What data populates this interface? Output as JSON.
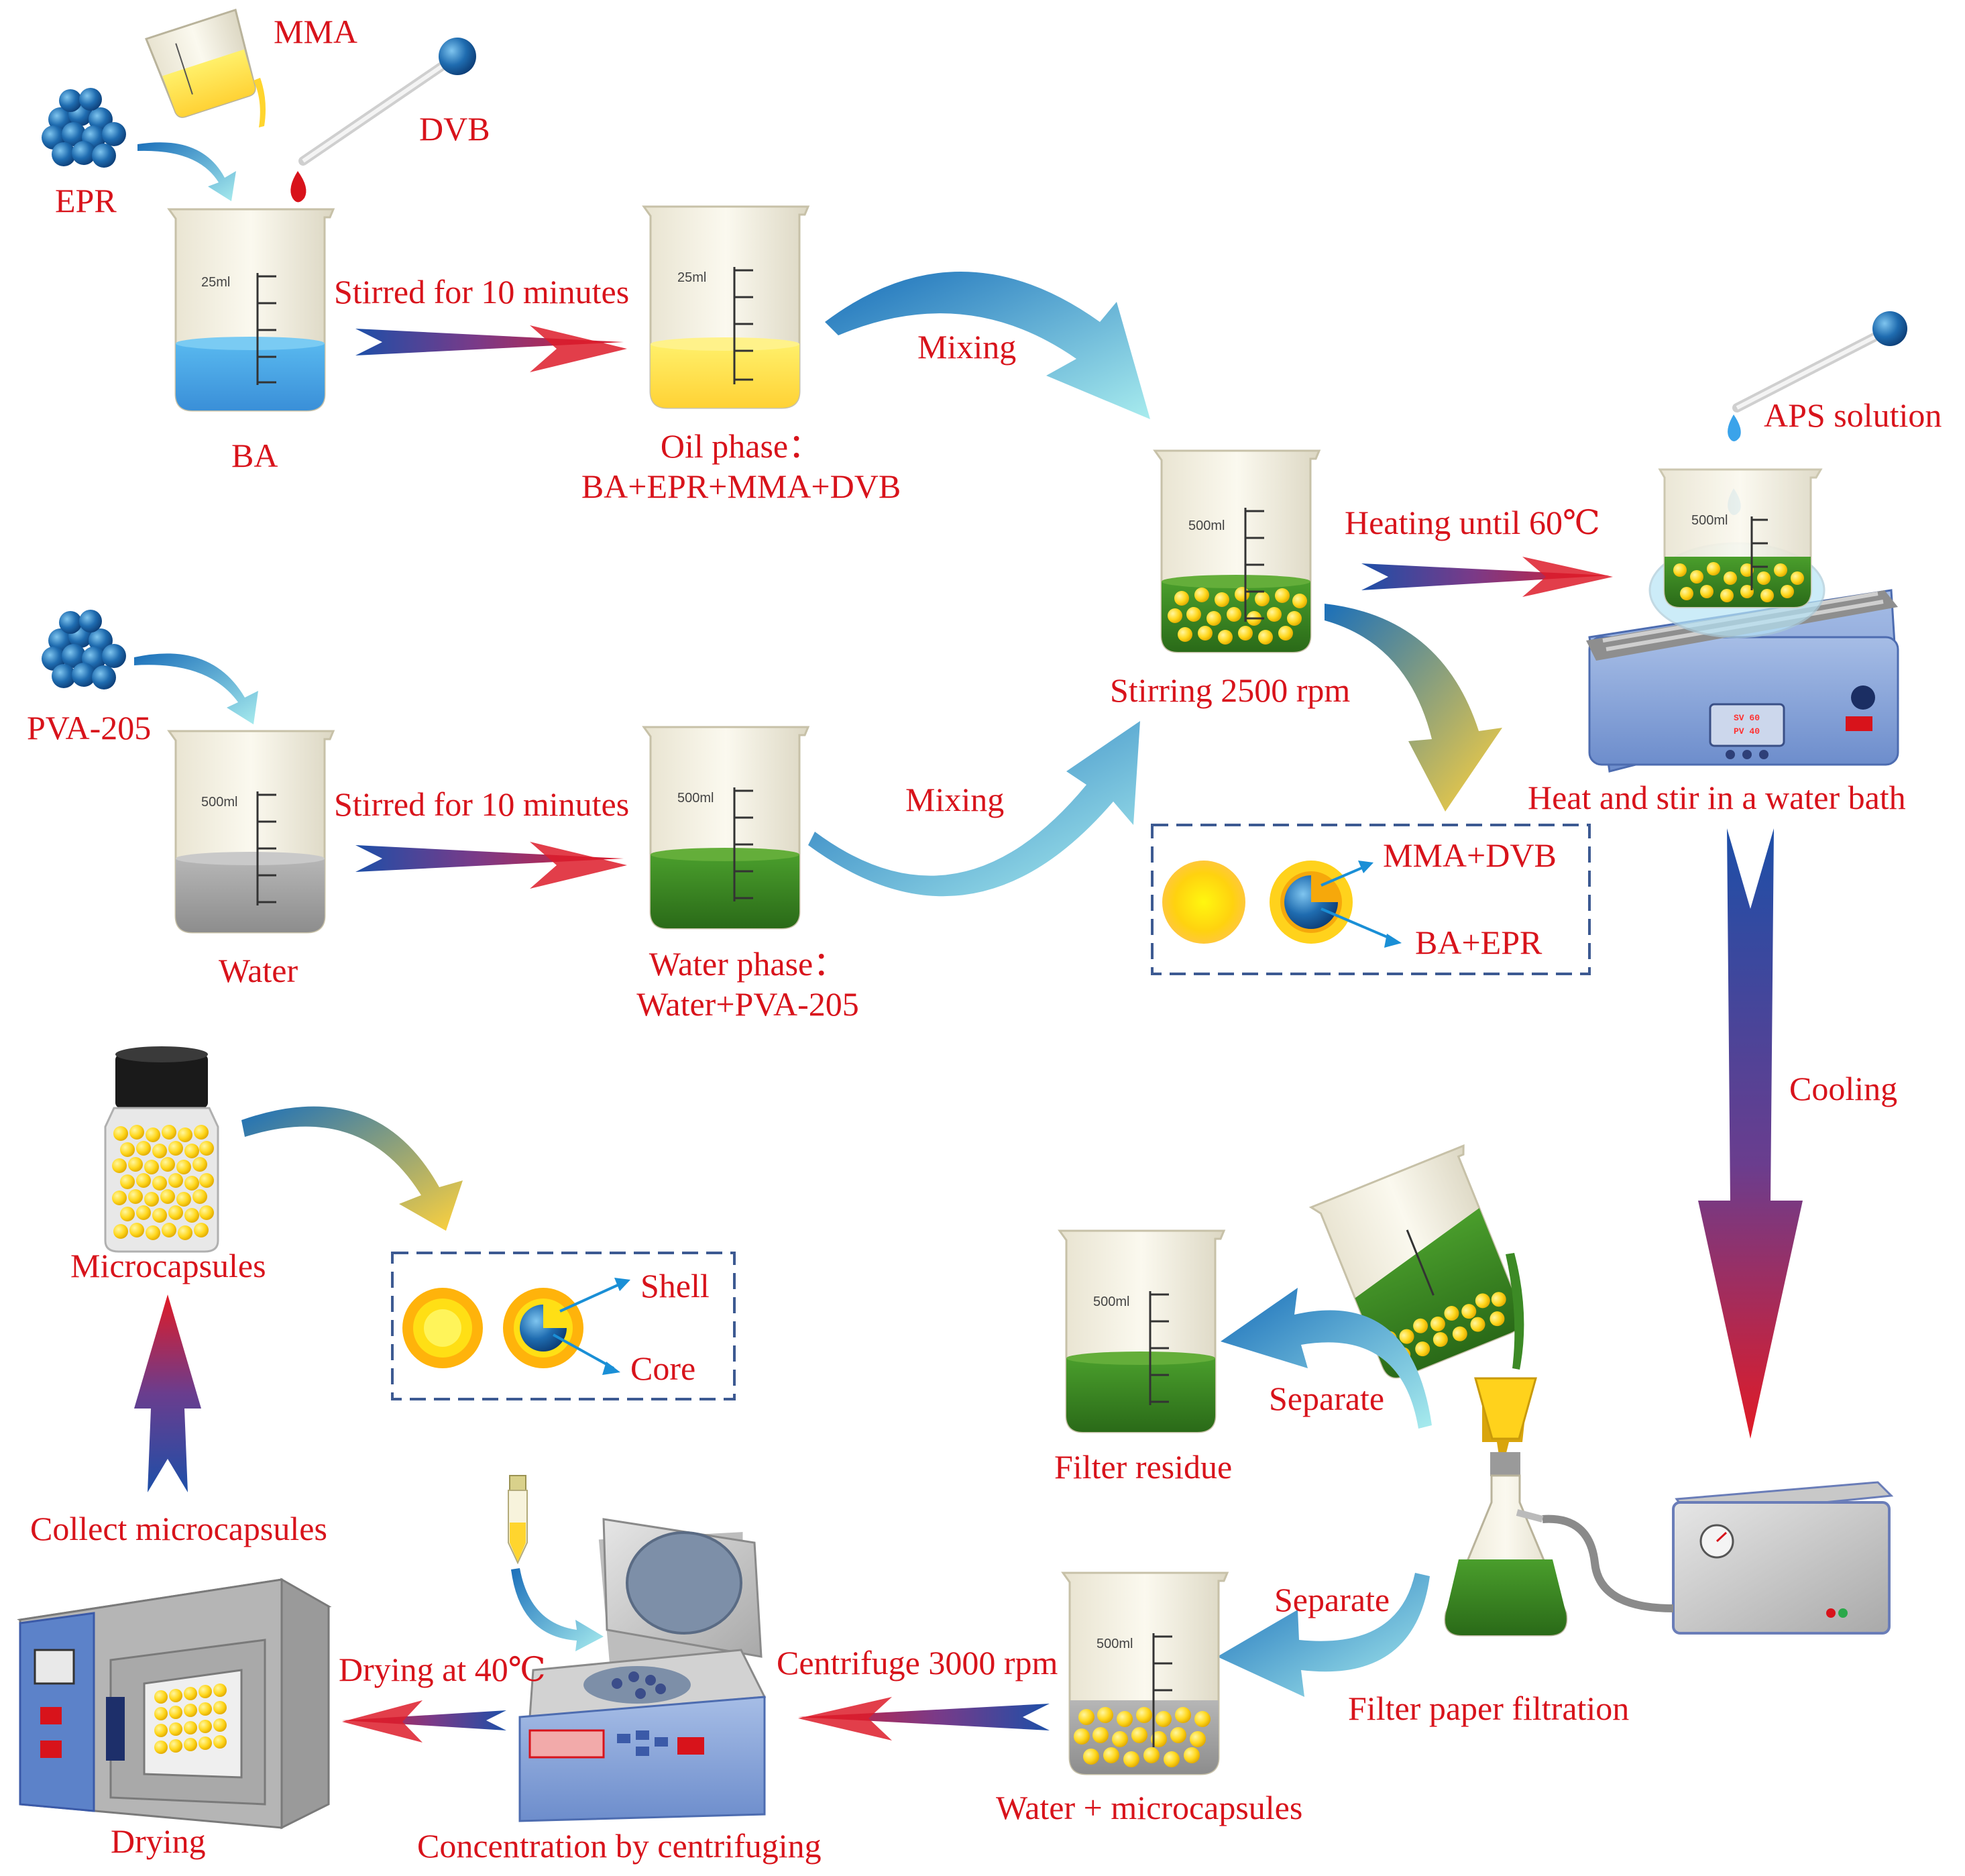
{
  "materials": {
    "mma": "MMA",
    "epr": "EPR",
    "dvb": "DVB",
    "ba": "BA",
    "pva": "PVA-205",
    "water": "Water",
    "aps": "APS solution"
  },
  "steps": {
    "stir_oil": "Stirred for 10 minutes",
    "stir_water": "Stirred for 10 minutes",
    "mixing_top": "Mixing",
    "mixing_bottom": "Mixing",
    "heating": "Heating until 60℃",
    "stirring": "Stirring 2500  rpm",
    "heat_bath": "Heat and stir in a water bath",
    "cooling": "Cooling",
    "separate_top": "Separate",
    "filter_residue": "Filter residue",
    "separate_bottom": "Separate",
    "filter_paper": "Filter paper filtration",
    "water_micro": "Water + microcapsules",
    "centrifuge": "Centrifuge 3000 rpm",
    "concentration": "Concentration by centrifuging",
    "drying_at": "Drying at 40℃",
    "drying": "Drying",
    "collect": "Collect microcapsules",
    "microcapsules": "Microcapsules"
  },
  "phases": {
    "oil_title": "Oil phase：",
    "oil_formula": "BA+EPR+MMA+DVB",
    "water_title": "Water phase：",
    "water_formula": "Water+PVA-205"
  },
  "legend_droplet": {
    "shell": "MMA+DVB",
    "core": "BA+EPR"
  },
  "legend_capsule": {
    "shell": "Shell",
    "core": "Core"
  },
  "beaker_marks": {
    "small": "25ml",
    "large": "500ml"
  },
  "heater_display": {
    "sv": "SV 60",
    "pv": "PV 40"
  },
  "colors": {
    "label_red": "#d8131b",
    "arrow_blue": "#1d4fa8",
    "arrow_red": "#d81a2a",
    "curve_blue": "#1a7fc4",
    "curve_cyan": "#9fe3ea",
    "capsule_yellow": "#ffd61c",
    "water_green": "#2f7d1f",
    "oil_yellow": "#ffd52e",
    "ba_blue": "#3aa9ea"
  }
}
